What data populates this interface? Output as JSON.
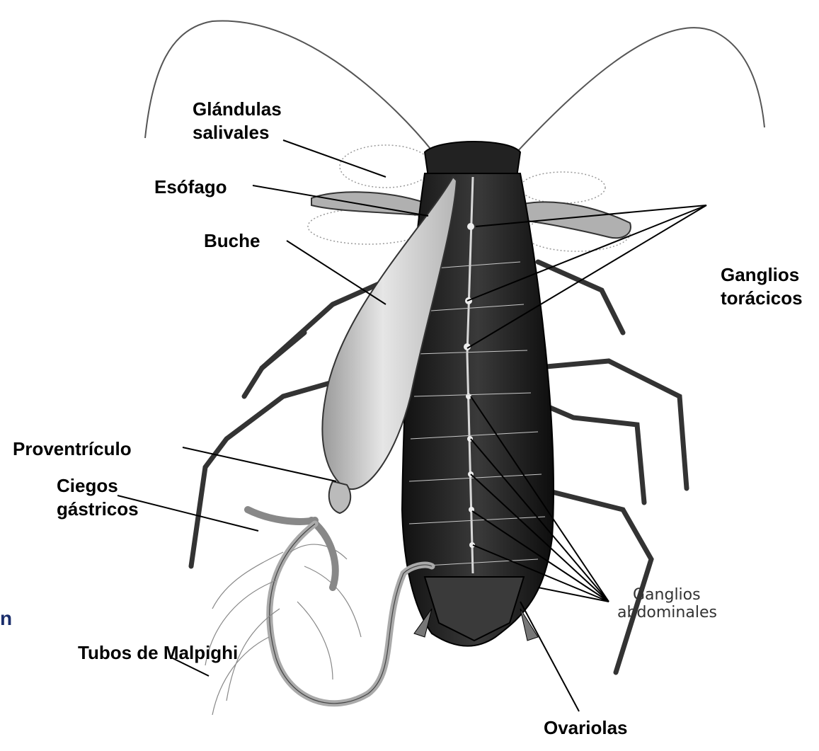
{
  "diagram": {
    "labels": {
      "glandulas": [
        "Glándulas",
        "salivales"
      ],
      "esofago": "Esófago",
      "buche": "Buche",
      "ganglios_toracicos": [
        "Ganglios",
        "torácicos"
      ],
      "proventriculo": "Proventrículo",
      "ciegos": [
        "Ciegos",
        "gástricos"
      ],
      "ganglios_abdominales": [
        "Ganglios",
        "abdominales"
      ],
      "tubos": "Tubos de Malpighi",
      "ovariolas": "Ovariolas",
      "edge_fragment": "n"
    },
    "colors": {
      "ink": "#000000",
      "edge_text": "#1a2d6b",
      "body_dark": "#1c1c1c",
      "crop_fill": "#d8d8d8"
    }
  }
}
